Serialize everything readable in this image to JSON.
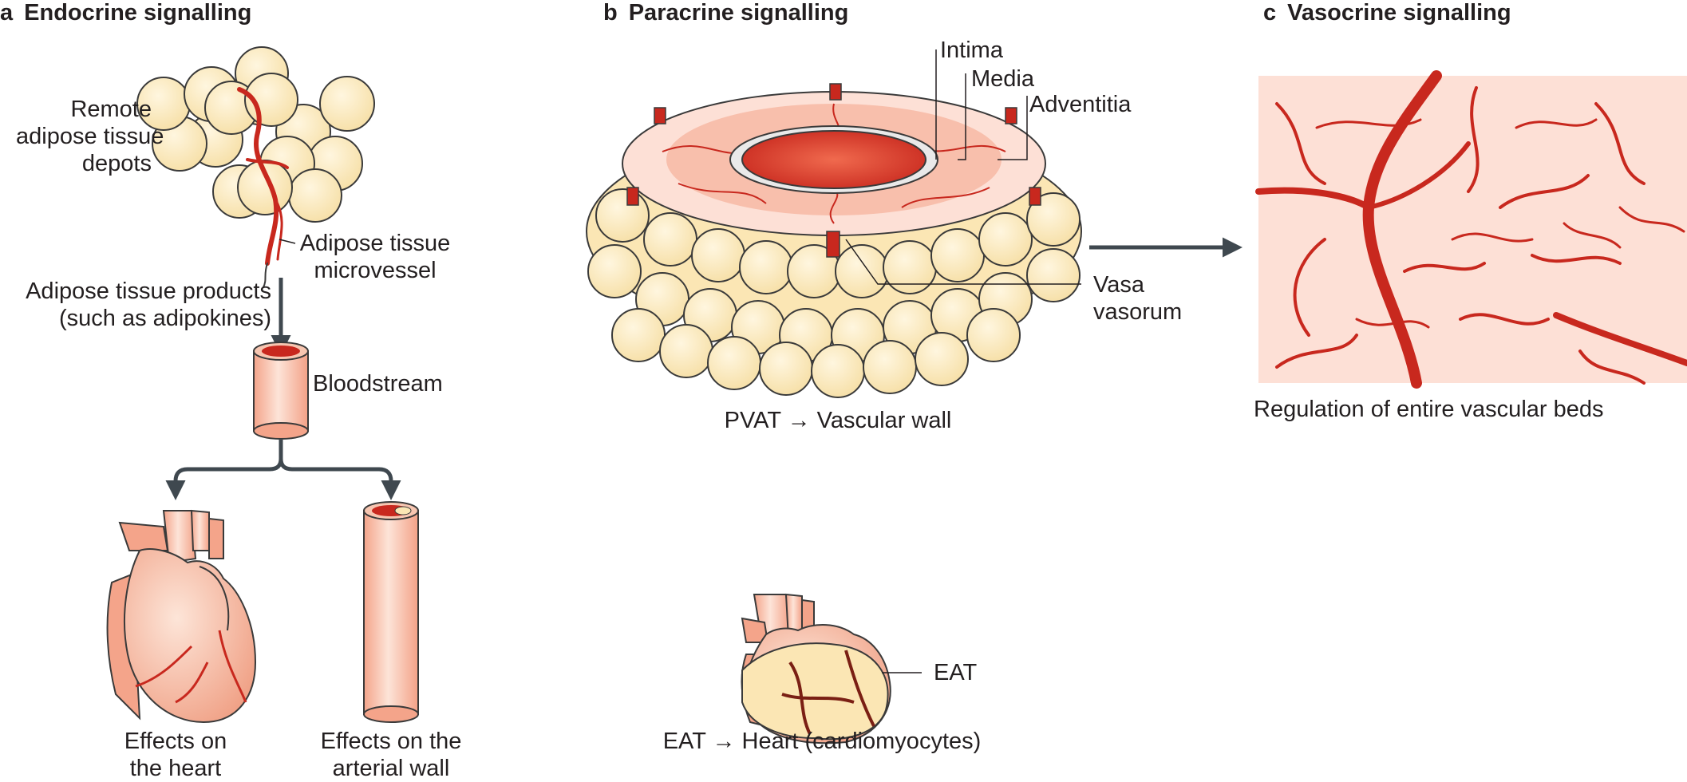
{
  "panels": {
    "a": {
      "letter": "a",
      "title": "Endocrine signalling"
    },
    "b": {
      "letter": "b",
      "title": "Paracrine signalling"
    },
    "c": {
      "letter": "c",
      "title": "Vasocrine signalling"
    }
  },
  "labels": {
    "remote_line1": "Remote",
    "remote_line2": "adipose tissue",
    "remote_line3": "depots",
    "microvessel_line1": "Adipose tissue",
    "microvessel_line2": "microvessel",
    "products_line1": "Adipose tissue products",
    "products_line2": "(such as adipokines)",
    "bloodstream": "Bloodstream",
    "heart_effect_line1": "Effects on",
    "heart_effect_line2": "the heart",
    "arterial_effect_line1": "Effects on the",
    "arterial_effect_line2": "arterial wall",
    "intima": "Intima",
    "media": "Media",
    "adventitia": "Adventitia",
    "vasa_line1": "Vasa",
    "vasa_line2": "vasorum",
    "pvat_caption": "PVAT → Vascular wall",
    "eat": "EAT",
    "eat_caption": "EAT → Heart (cardiomyocytes)",
    "vascular_beds": "Regulation of entire vascular beds"
  },
  "colors": {
    "fat": "#fbe6b4",
    "fat_stroke": "#3a3a3a",
    "vessel_red": "#c8281e",
    "pink": "#f7c6b1",
    "light_pink": "#fde0d6",
    "arrow": "#3f484f"
  }
}
